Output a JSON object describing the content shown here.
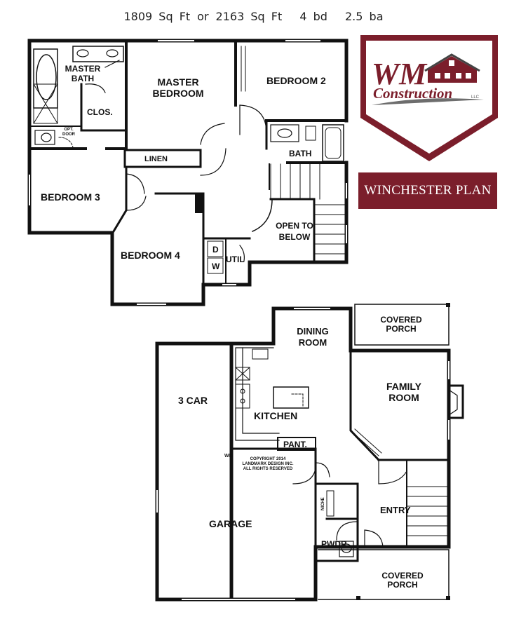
{
  "header": {
    "sqft_a": "1809 Sq Ft",
    "sqft_sep": "or",
    "sqft_b": "2163 Sq Ft",
    "beds": "4 bd",
    "baths": "2.5 ba"
  },
  "logo": {
    "initials": "WM",
    "word": "Construction",
    "suffix": "LLC",
    "colors": {
      "maroon": "#7b1e2b",
      "gray": "#6d6d6d"
    }
  },
  "plan_name": "WINCHESTER PLAN",
  "upper_floor": {
    "master_bath": [
      "MASTER",
      "BATH"
    ],
    "master_bedroom": [
      "MASTER",
      "BEDROOM"
    ],
    "closet": "CLOS.",
    "opt_door": [
      "OPT.",
      "DOOR"
    ],
    "bedroom2": "BEDROOM 2",
    "bath": "BATH",
    "linen": "LINEN",
    "bedroom3": "BEDROOM 3",
    "bedroom4": "BEDROOM 4",
    "open_to_below": [
      "OPEN TO",
      "BELOW"
    ],
    "dryer": "D",
    "washer": "W",
    "util": "UTIL"
  },
  "main_floor": {
    "dining_room": [
      "DINING",
      "ROOM"
    ],
    "covered_porch_top": [
      "COVERED",
      "PORCH"
    ],
    "family_room": [
      "FAMILY",
      "ROOM"
    ],
    "three_car": "3 CAR",
    "kitchen": "KITCHEN",
    "pantry": "PANT.",
    "wh": "WH",
    "copyright": [
      "COPYRIGHT 2014",
      "LANDMARK DESIGN INC.",
      "ALL RIGHTS RESERVED"
    ],
    "garage": "GARAGE",
    "niche": "NICHE",
    "entry": "ENTRY",
    "powder": "PWDR",
    "covered_porch_bottom": [
      "COVERED",
      "PORCH"
    ]
  }
}
